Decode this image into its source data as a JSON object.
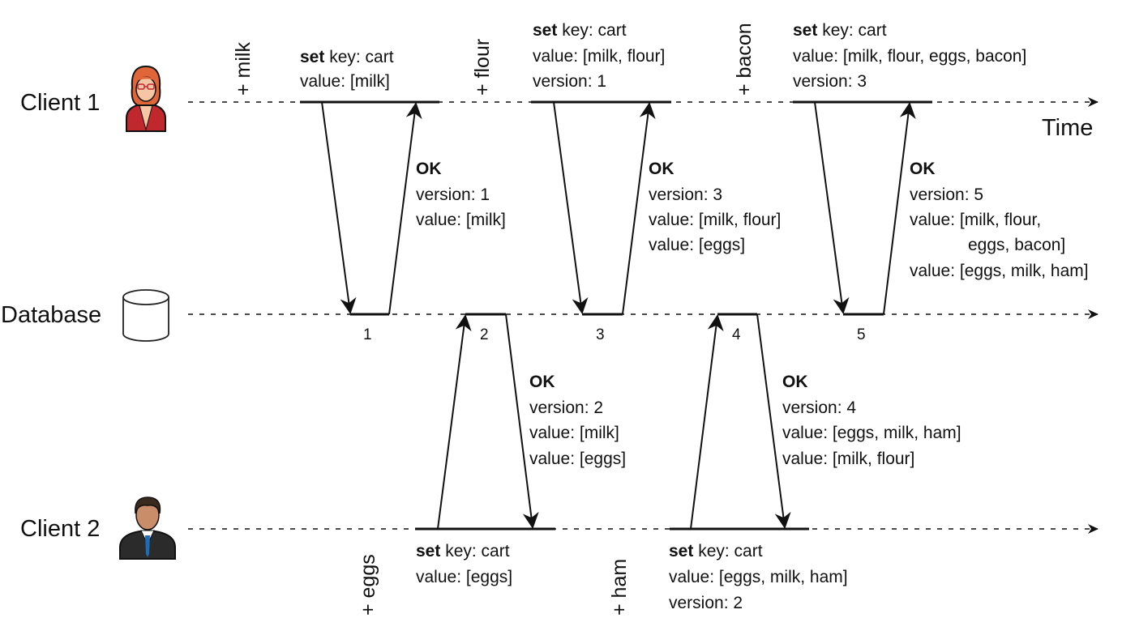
{
  "lanes": {
    "client1": "Client 1",
    "database": "Database",
    "client2": "Client 2",
    "time": "Time"
  },
  "icons": {
    "client1": "woman-avatar-icon",
    "database": "database-cylinder-icon",
    "client2": "man-avatar-icon"
  },
  "colors": {
    "client1_shirt": "#c0282e",
    "client1_hair": "#e0663a",
    "client1_skin": "#f6c5a4",
    "client2_suit": "#2b2b2b",
    "client2_hair": "#3a2a1e",
    "client2_skin": "#c98d69",
    "client2_tie": "#1c6cb8"
  },
  "annotations": {
    "milk": "+ milk",
    "flour": "+ flour",
    "bacon": "+ bacon",
    "eggs": "+ eggs",
    "ham": "+ ham"
  },
  "requests": {
    "c1_r1": {
      "kw": "set",
      "key": " key: cart",
      "lines": [
        "value: [milk]"
      ]
    },
    "c1_r2": {
      "kw": "set",
      "key": " key: cart",
      "lines": [
        "value: [milk, flour]",
        "version: 1"
      ]
    },
    "c1_r3": {
      "kw": "set",
      "key": " key: cart",
      "lines": [
        "value: [milk, flour, eggs, bacon]",
        "version: 3"
      ]
    },
    "c2_r1": {
      "kw": "set",
      "key": " key: cart",
      "lines": [
        "value: [eggs]"
      ]
    },
    "c2_r2": {
      "kw": "set",
      "key": " key: cart",
      "lines": [
        "value: [eggs, milk, ham]",
        "version: 2"
      ]
    }
  },
  "responses": {
    "resp1": {
      "title": "OK",
      "lines": [
        "version: 1",
        "value: [milk]"
      ]
    },
    "resp2": {
      "title": "OK",
      "lines": [
        "version: 2",
        "value: [milk]",
        "value: [eggs]"
      ]
    },
    "resp3": {
      "title": "OK",
      "lines": [
        "version: 3",
        "value: [milk, flour]",
        "value: [eggs]"
      ]
    },
    "resp4": {
      "title": "OK",
      "lines": [
        "version: 4",
        "value: [eggs, milk, ham]",
        "value: [milk, flour]"
      ]
    },
    "resp5": {
      "title": "OK",
      "lines": [
        "version: 5",
        "value: [milk, flour,",
        "eggs, bacon]",
        "value: [eggs, milk, ham]"
      ]
    }
  },
  "db_versions": [
    "1",
    "2",
    "3",
    "4",
    "5"
  ]
}
